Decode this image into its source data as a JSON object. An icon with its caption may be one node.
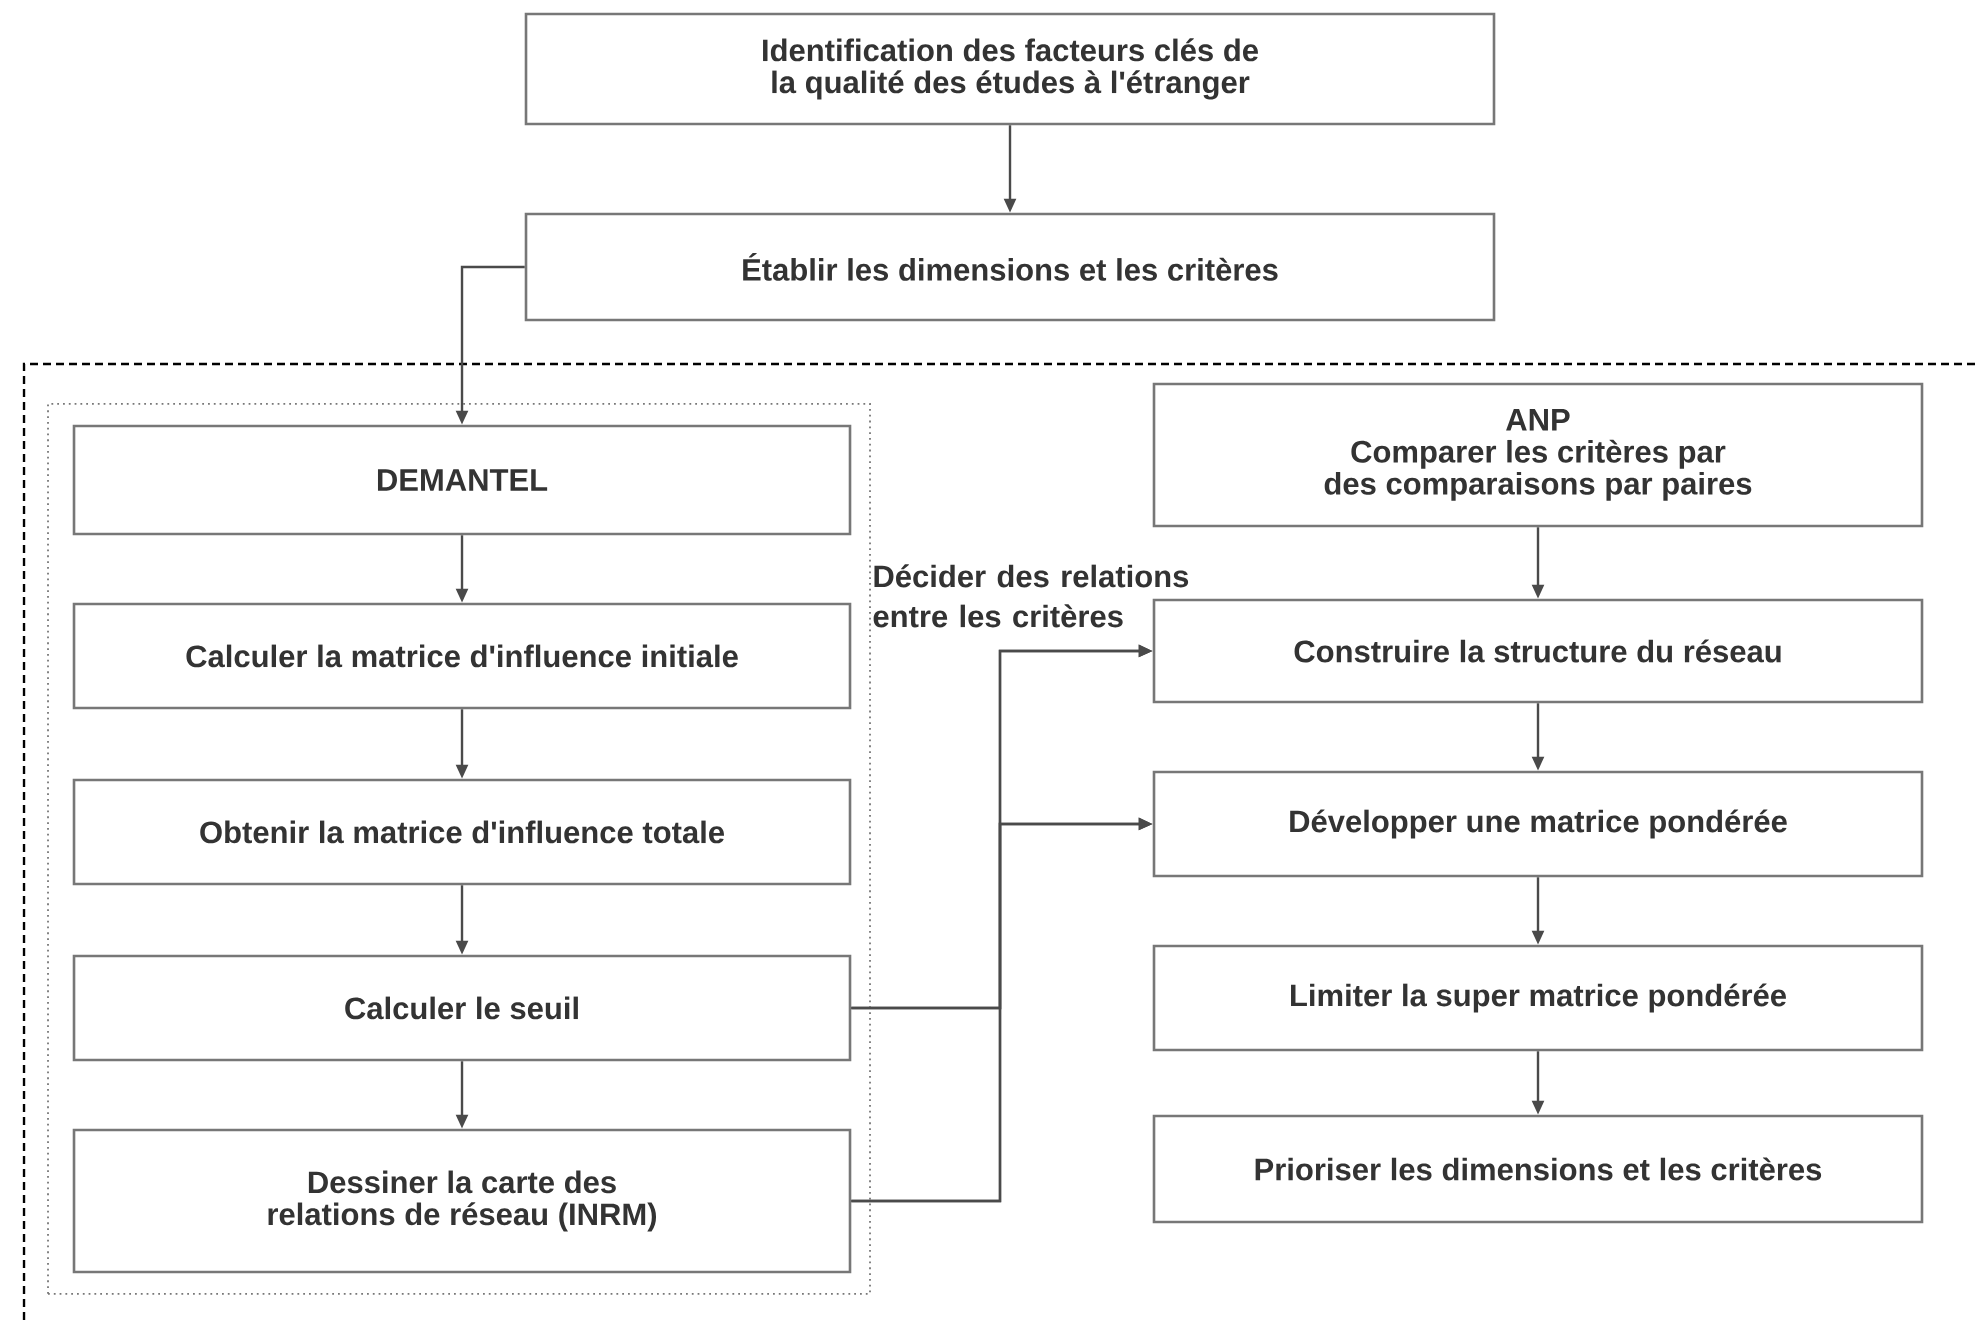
{
  "diagram": {
    "nodes": [
      {
        "text": [
          "Identification des facteurs clés de la qualité des études à l'étranger"
        ]
      },
      {
        "text": [
          "Établir les dimensions et les critères"
        ]
      },
      {
        "text": [],
        "shape": "box"
      },
      {
        "text": [
          "DEMANTEL"
        ],
        "in": 2
      },
      {
        "text": [
          "Calculer la matrice d'influence initiale"
        ],
        "in": 2
      },
      {
        "text": [
          "Obtenir la matrice d'influence totale"
        ],
        "in": 2
      },
      {
        "text": [
          "Calculer le seuil"
        ],
        "in": 2
      },
      {
        "text": [
          "Dessiner la carte des relations de réseau (INRM)"
        ],
        "in": 2
      },
      {
        "text": [
          "ANP",
          "Comparer les critères par des comparaisons par paires"
        ]
      },
      {
        "text": [
          "Construire la structure du réseau"
        ]
      },
      {
        "text": [
          "Développer une matrice pondérée"
        ]
      },
      {
        "text": [
          "Limiter la super matrice pondérée"
        ]
      },
      {
        "text": [
          "Prioriser les dimensions et les critères"
        ]
      }
    ],
    "edges": [
      {
        "from": 0,
        "to": 1,
        "arrow": "to"
      },
      {
        "from": 1,
        "to": 3,
        "arrow": "to"
      },
      {
        "from": 3,
        "to": 4,
        "arrow": "to"
      },
      {
        "from": 4,
        "to": 5,
        "arrow": "to"
      },
      {
        "from": 5,
        "to": 6,
        "arrow": "to"
      },
      {
        "from": 6,
        "to": 7,
        "arrow": "to"
      },
      {
        "from": 8,
        "to": 9,
        "arrow": "to"
      },
      {
        "from": 9,
        "to": 10,
        "arrow": "to"
      },
      {
        "from": 10,
        "to": 11,
        "arrow": "to"
      },
      {
        "from": 11,
        "to": 12,
        "arrow": "to"
      },
      {
        "from": 6,
        "to": 9,
        "arrow": "to"
      },
      {
        "from": 6,
        "to": 10,
        "arrow": "to"
      },
      {
        "from": 7,
        "to": 9,
        "arrow": "to"
      },
      {
        "from": 7,
        "to": 10,
        "arrow": "to"
      }
    ],
    "labels": [
      "Décider des relations entre les critères"
    ]
  }
}
